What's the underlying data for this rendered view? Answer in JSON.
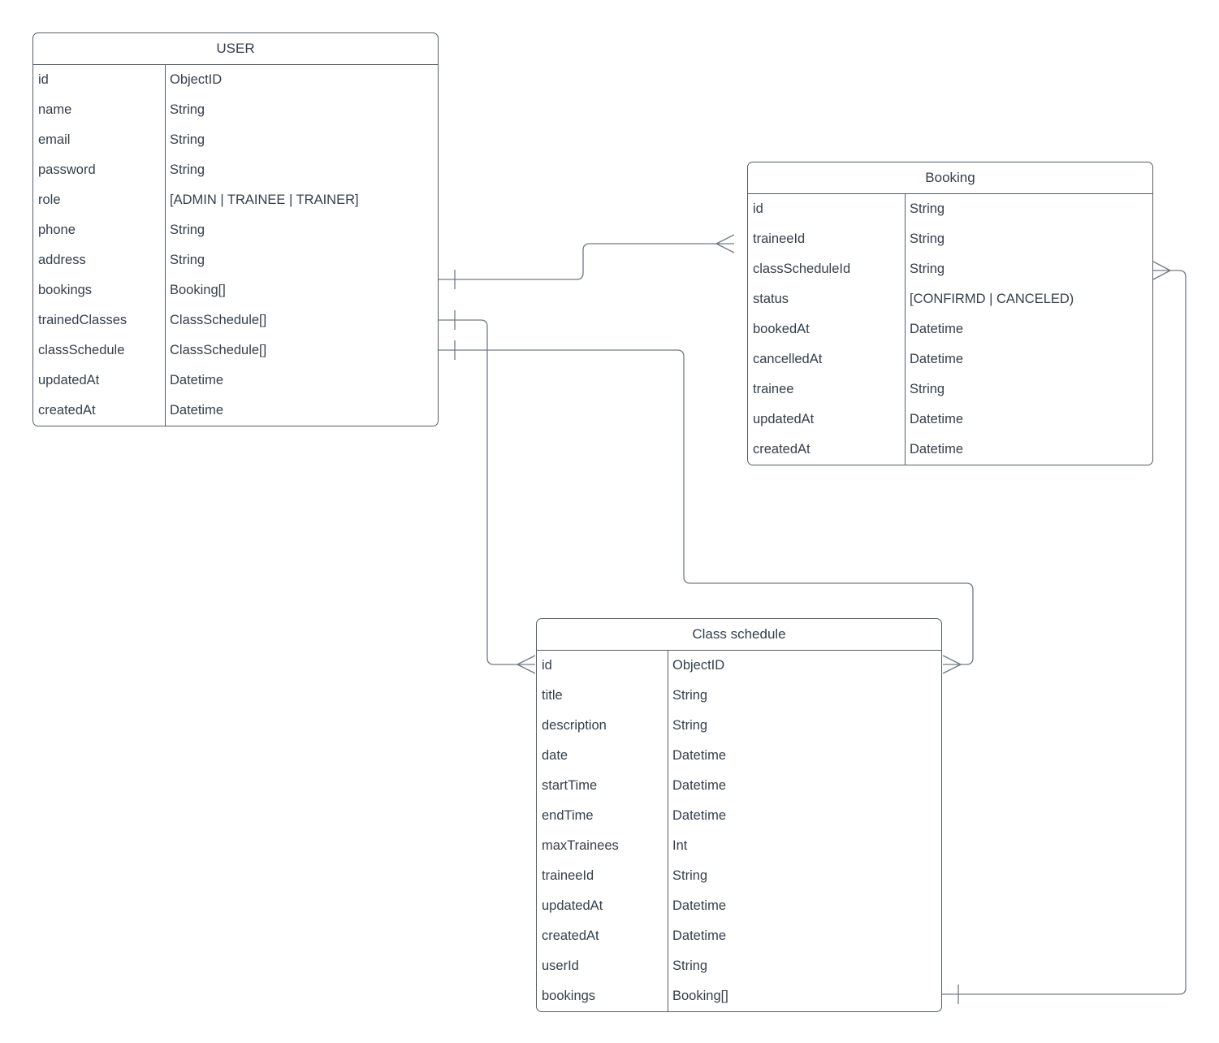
{
  "diagram": {
    "background_color": "#ffffff",
    "line_color": "#6f7a85",
    "border_color": "#545e68",
    "text_color": "#33404c"
  },
  "entities": [
    {
      "title": "USER",
      "rows": [
        {
          "field": "id",
          "type": "ObjectID"
        },
        {
          "field": "name",
          "type": "String"
        },
        {
          "field": "email",
          "type": "String"
        },
        {
          "field": "password",
          "type": "String"
        },
        {
          "field": "role",
          "type": "[ADMIN | TRAINEE | TRAINER]"
        },
        {
          "field": "phone",
          "type": "String"
        },
        {
          "field": "address",
          "type": "String"
        },
        {
          "field": "bookings",
          "type": "Booking[]"
        },
        {
          "field": "trainedClasses",
          "type": "ClassSchedule[]"
        },
        {
          "field": "classSchedule",
          "type": "ClassSchedule[]"
        },
        {
          "field": "updatedAt",
          "type": "Datetime"
        },
        {
          "field": "createdAt",
          "type": "Datetime"
        }
      ]
    },
    {
      "title": "Booking",
      "rows": [
        {
          "field": "id",
          "type": "String"
        },
        {
          "field": "traineeId",
          "type": "String"
        },
        {
          "field": "classScheduleId",
          "type": "String"
        },
        {
          "field": "status",
          "type": "[CONFIRMD | CANCELED)"
        },
        {
          "field": "bookedAt",
          "type": "Datetime"
        },
        {
          "field": "cancelledAt",
          "type": "Datetime"
        },
        {
          "field": "trainee",
          "type": "String"
        },
        {
          "field": "updatedAt",
          "type": "Datetime"
        },
        {
          "field": "createdAt",
          "type": "Datetime"
        }
      ]
    },
    {
      "title": "Class schedule",
      "rows": [
        {
          "field": "id",
          "type": "ObjectID"
        },
        {
          "field": "title",
          "type": "String"
        },
        {
          "field": "description",
          "type": "String"
        },
        {
          "field": "date",
          "type": "Datetime"
        },
        {
          "field": "startTime",
          "type": "Datetime"
        },
        {
          "field": "endTime",
          "type": "Datetime"
        },
        {
          "field": "maxTrainees",
          "type": "Int"
        },
        {
          "field": "traineeId",
          "type": "String"
        },
        {
          "field": "updatedAt",
          "type": "Datetime"
        },
        {
          "field": "createdAt",
          "type": "Datetime"
        },
        {
          "field": "userId",
          "type": "String"
        },
        {
          "field": "bookings",
          "type": "Booking[]"
        }
      ]
    }
  ],
  "relationships": [
    {
      "from": "USER.bookings",
      "to": "Booking.traineeId",
      "from_cardinality": "one",
      "to_cardinality": "many"
    },
    {
      "from": "USER.trainedClasses",
      "to": "Class schedule.id",
      "from_cardinality": "one",
      "to_cardinality": "many"
    },
    {
      "from": "USER.classSchedule",
      "to": "Class schedule.id",
      "from_cardinality": "one",
      "to_cardinality": "many"
    },
    {
      "from": "Class schedule.bookings",
      "to": "Booking.classScheduleId",
      "from_cardinality": "one",
      "to_cardinality": "many"
    }
  ]
}
